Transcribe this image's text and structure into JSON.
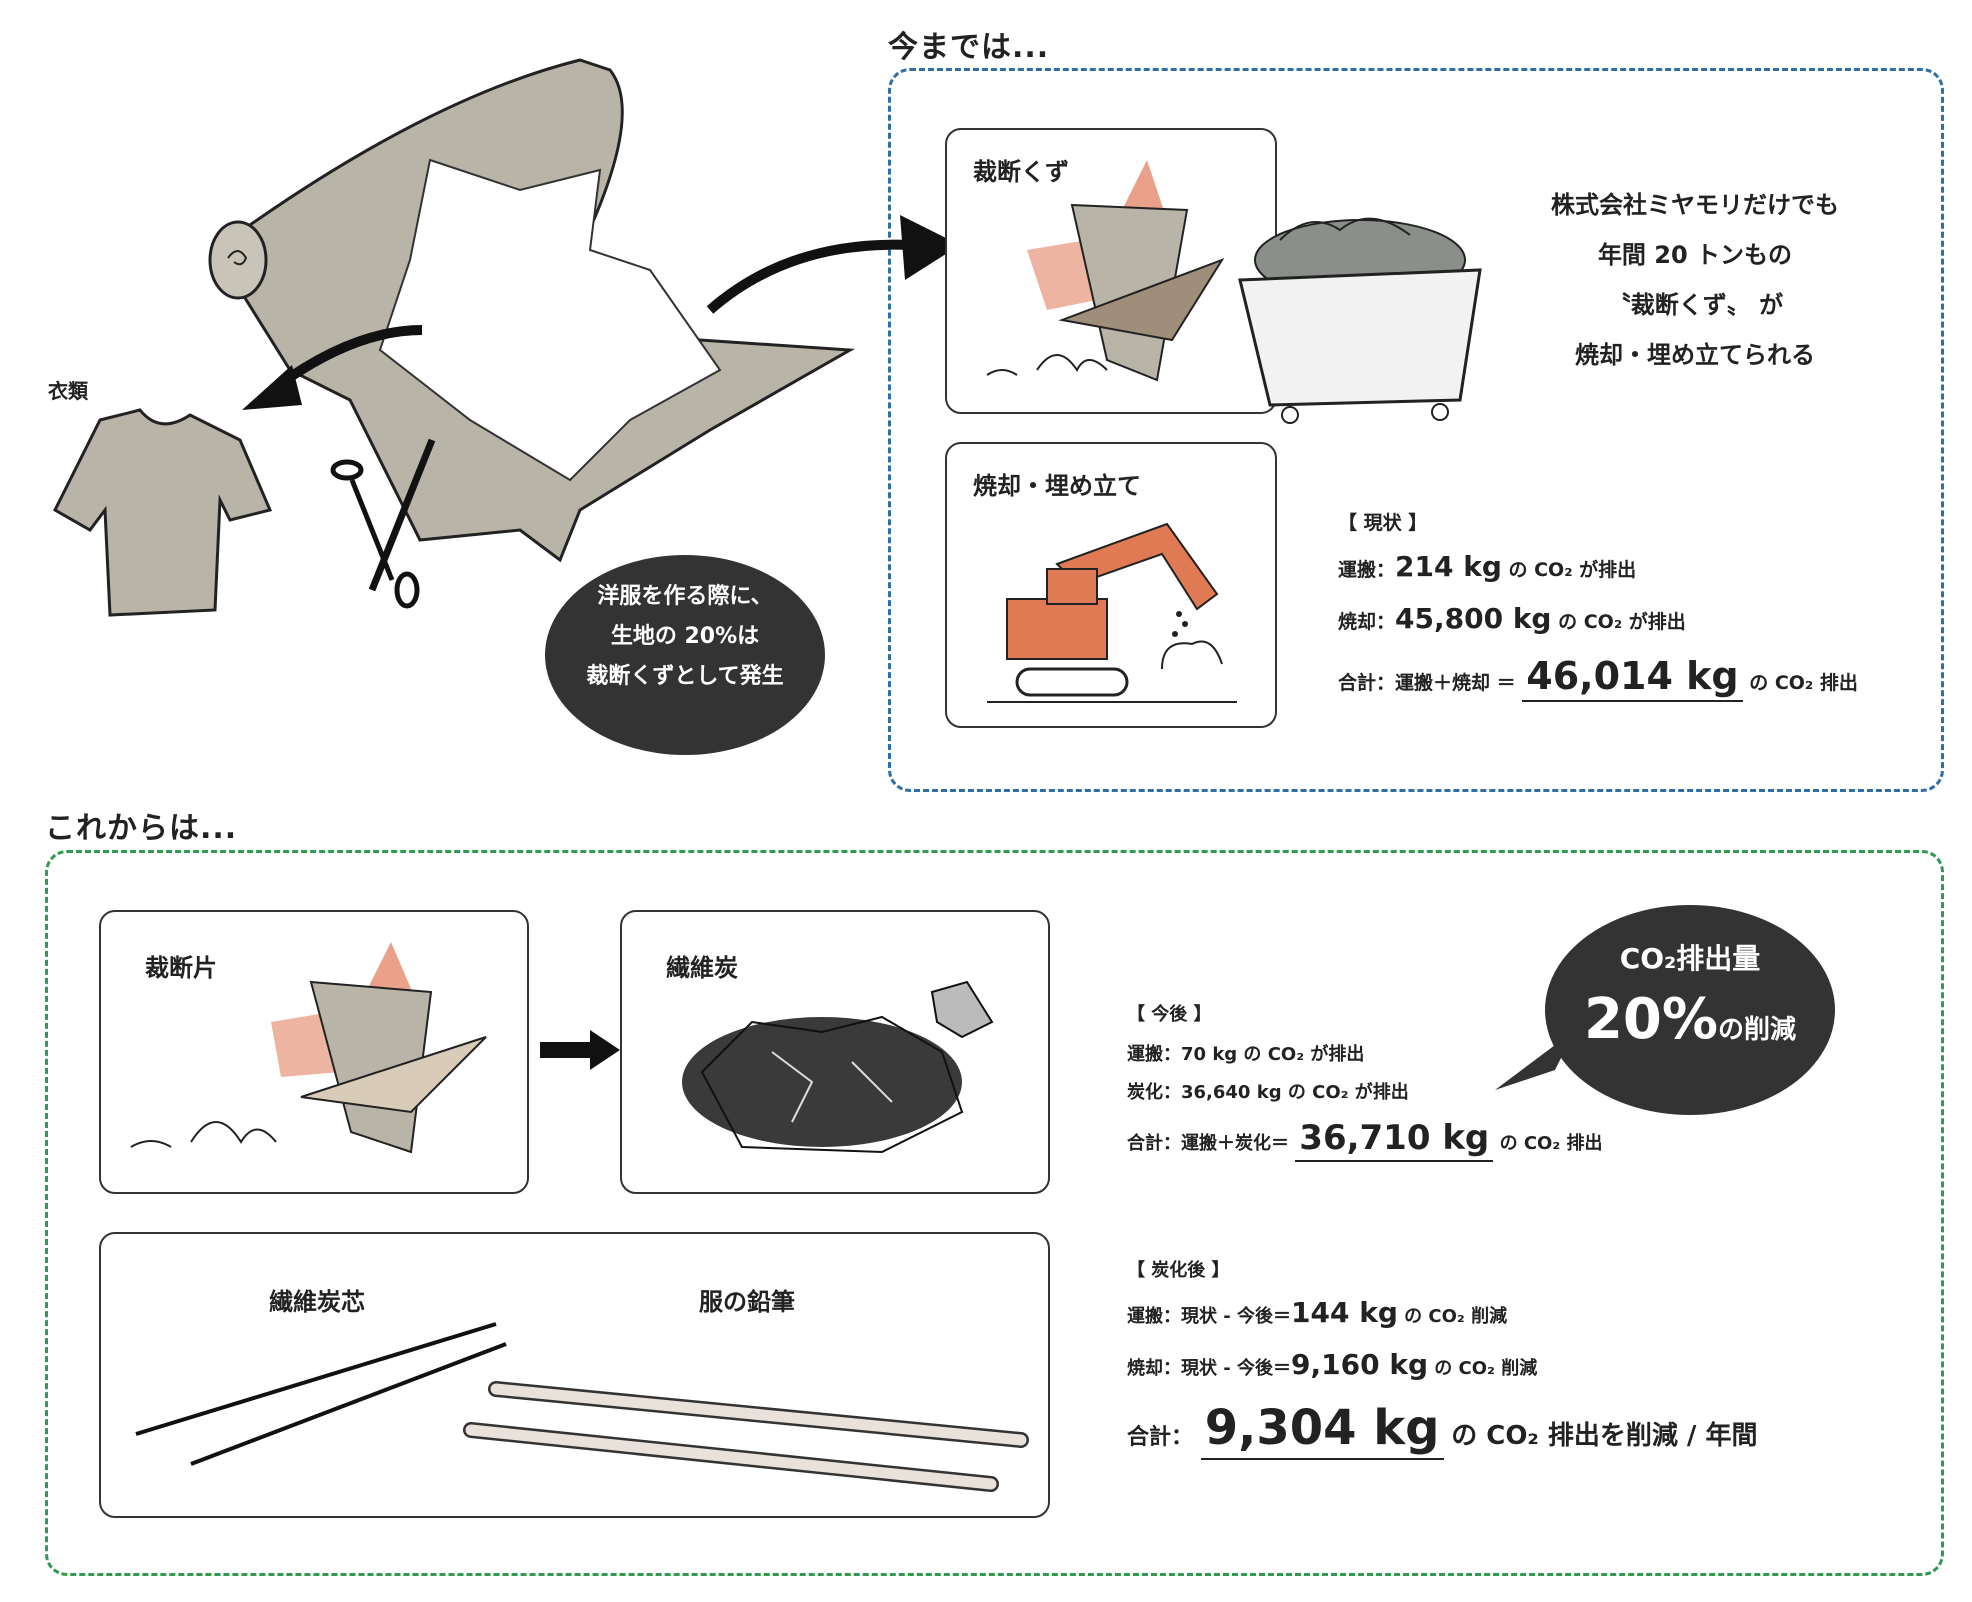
{
  "top_section": {
    "heading": "今までは...",
    "left_label": "衣類",
    "bubble_lines": [
      "洋服を作る際に、",
      "生地の 20%は",
      "裁断くずとして発生"
    ],
    "card1_title": "裁断くず",
    "card2_title": "焼却・埋め立て",
    "company_text": [
      "株式会社ミヤモリだけでも",
      "年間 20 トンもの",
      "〝裁断くず〟 が",
      "焼却・埋め立てられる"
    ],
    "current": {
      "title": "【 現状 】",
      "transport_label": "運搬：",
      "transport_value": "214 kg",
      "transport_suffix": "の CO₂ が排出",
      "incineration_label": "焼却：",
      "incineration_value": "45,800 kg",
      "incineration_suffix": "の CO₂ が排出",
      "total_label": "合計：運搬＋焼却 ＝",
      "total_value": "46,014 kg",
      "total_suffix": "の CO₂ 排出"
    }
  },
  "bottom_section": {
    "heading": "これからは...",
    "card_cut_title": "裁断片",
    "card_carbon_title": "繊維炭",
    "core_label": "繊維炭芯",
    "pencil_label": "服の鉛筆",
    "bubble_line1": "CO₂排出量",
    "bubble_percent": "20%",
    "bubble_suffix": "の削減",
    "future": {
      "title": "【 今後 】",
      "transport": "運搬：70 kg の CO₂ が排出",
      "carbonize": "炭化：36,640 kg の CO₂ が排出",
      "total_label": "合計：運搬＋炭化＝",
      "total_value": "36,710 kg",
      "total_suffix": "の CO₂ 排出"
    },
    "after": {
      "title": "【 炭化後 】",
      "transport_label": "運搬：現状 - 今後＝",
      "transport_value": "144 kg",
      "transport_suffix": "の CO₂ 削減",
      "incin_label": "焼却：現状 - 今後＝",
      "incin_value": "9,160 kg",
      "incin_suffix": "の CO₂ 削減",
      "total_label": "合計：",
      "total_value": "9,304 kg",
      "total_suffix": "の CO₂ 排出を削減 / 年間"
    }
  },
  "colors": {
    "top_border": "#2f6fa8",
    "bottom_border": "#2f9a50",
    "fabric": "#b9b4a8",
    "salmon": "#e9a18a",
    "excavator": "#e07a55",
    "dark": "#333333"
  }
}
